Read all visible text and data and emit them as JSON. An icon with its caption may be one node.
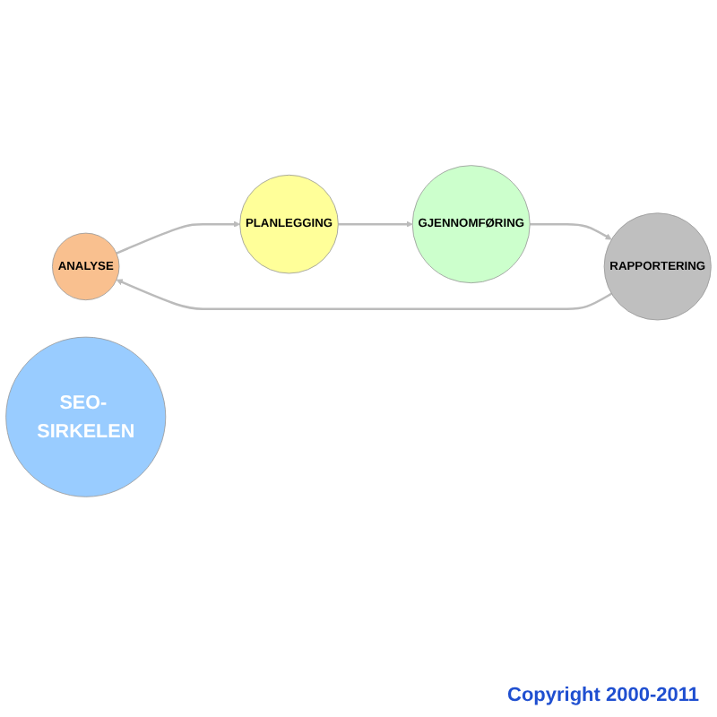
{
  "diagram": {
    "nodes": [
      {
        "text": [
          "ANALYSE"
        ]
      },
      {
        "text": [
          "PLANLEGGING"
        ]
      },
      {
        "text": [
          "GJENNOMFØRING"
        ]
      },
      {
        "text": [
          "RAPPORTERING"
        ]
      },
      {
        "text": [
          "SEO- SIRKELEN"
        ]
      }
    ],
    "edges": [
      {
        "from": 0,
        "to": 1,
        "arrow": "to"
      },
      {
        "from": 1,
        "to": 2,
        "arrow": "to"
      },
      {
        "from": 2,
        "to": 3,
        "arrow": "to"
      },
      {
        "from": 3,
        "to": 0,
        "arrow": "to"
      }
    ],
    "labels": [
      "Copyright 2000-2011"
    ]
  }
}
